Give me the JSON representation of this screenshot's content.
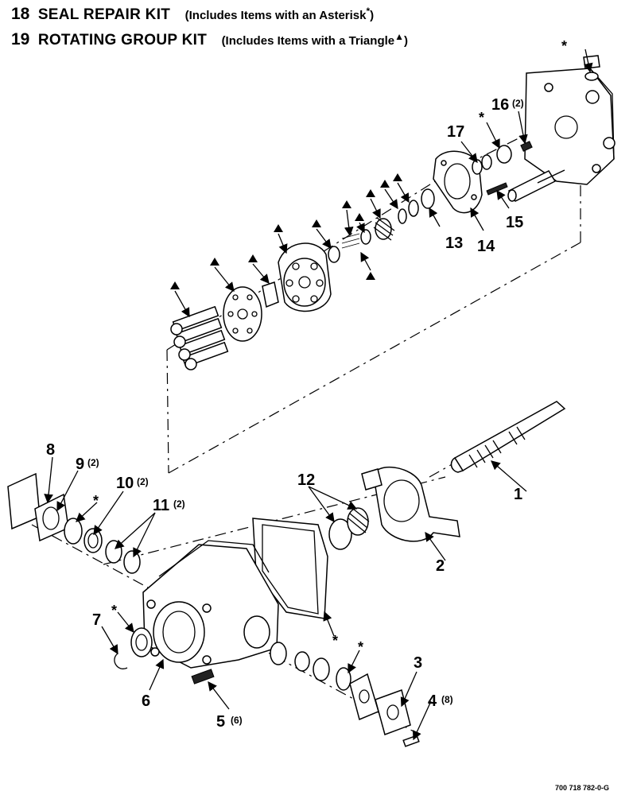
{
  "header": {
    "kit18": {
      "number": "18",
      "name": "SEAL REPAIR KIT",
      "note": "(Includes Items with an Asterisk",
      "symbol": "*",
      "close": ")"
    },
    "kit19": {
      "number": "19",
      "name": "ROTATING GROUP KIT",
      "note": "(Includes Items with a Triangle",
      "symbol": "▲",
      "close": ")"
    }
  },
  "callouts": {
    "c1": "1",
    "c2": "2",
    "c3": "3",
    "c4": "4",
    "c5": "5",
    "c6": "6",
    "c7": "7",
    "c8": "8",
    "c9": "9",
    "c10": "10",
    "c11": "11",
    "c12": "12",
    "c13": "13",
    "c14": "14",
    "c15": "15",
    "c16": "16",
    "c17": "17"
  },
  "quantities": {
    "q4": "(8)",
    "q5": "(6)",
    "q9": "(2)",
    "q10": "(2)",
    "q11": "(2)",
    "q16": "(2)"
  },
  "markers": {
    "asterisk": "*"
  },
  "footer": {
    "drawing_id": "700 718 782-0-G"
  }
}
